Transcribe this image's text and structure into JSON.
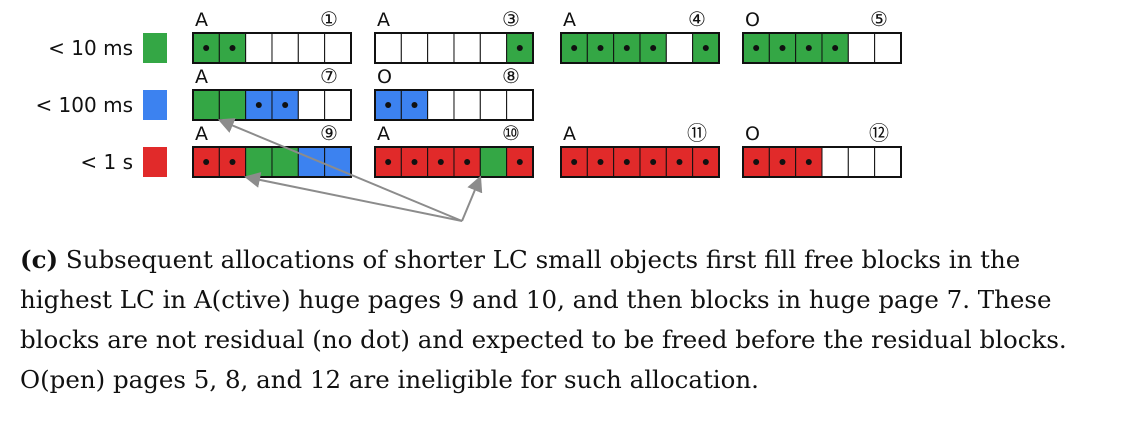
{
  "colors": {
    "green": "#34a745",
    "blue": "#3c82f0",
    "red": "#e12a2a",
    "empty": "#ffffff",
    "border": "#111111",
    "arrow": "#8c8c8c"
  },
  "rows": [
    {
      "label": "< 10 ms",
      "color": "green"
    },
    {
      "label": "< 100 ms",
      "color": "blue"
    },
    {
      "label": "< 1 s",
      "color": "red"
    }
  ],
  "pages": [
    {
      "id": 1,
      "number": "①",
      "state": "A",
      "row": 0,
      "col": 0,
      "blocks": [
        "g*",
        "g*",
        "e",
        "e",
        "e",
        "e"
      ]
    },
    {
      "id": 3,
      "number": "③",
      "state": "A",
      "row": 0,
      "col": 1,
      "blocks": [
        "e",
        "e",
        "e",
        "e",
        "e",
        "g*"
      ]
    },
    {
      "id": 4,
      "number": "④",
      "state": "A",
      "row": 0,
      "col": 2,
      "blocks": [
        "g*",
        "g*",
        "g*",
        "g*",
        "e",
        "g*"
      ]
    },
    {
      "id": 5,
      "number": "⑤",
      "state": "O",
      "row": 0,
      "col": 3,
      "blocks": [
        "g*",
        "g*",
        "g*",
        "g*",
        "e",
        "e"
      ]
    },
    {
      "id": 7,
      "number": "⑦",
      "state": "A",
      "row": 1,
      "col": 0,
      "blocks": [
        "g",
        "g",
        "b*",
        "b*",
        "e",
        "e"
      ]
    },
    {
      "id": 8,
      "number": "⑧",
      "state": "O",
      "row": 1,
      "col": 1,
      "blocks": [
        "b*",
        "b*",
        "e",
        "e",
        "e",
        "e"
      ]
    },
    {
      "id": 9,
      "number": "⑨",
      "state": "A",
      "row": 2,
      "col": 0,
      "blocks": [
        "r*",
        "r*",
        "g",
        "g",
        "b",
        "b"
      ]
    },
    {
      "id": 10,
      "number": "⑩",
      "state": "A",
      "row": 2,
      "col": 1,
      "blocks": [
        "r*",
        "r*",
        "r*",
        "r*",
        "g",
        "r*"
      ]
    },
    {
      "id": 11,
      "number": "⑪",
      "state": "A",
      "row": 2,
      "col": 2,
      "blocks": [
        "r*",
        "r*",
        "r*",
        "r*",
        "r*",
        "r*"
      ]
    },
    {
      "id": 12,
      "number": "⑫",
      "state": "O",
      "row": 2,
      "col": 3,
      "blocks": [
        "r*",
        "r*",
        "r*",
        "e",
        "e",
        "e"
      ]
    }
  ],
  "arrows": [
    {
      "from_page": 9,
      "from_block": 2
    },
    {
      "from_page": 10,
      "from_block": 4
    },
    {
      "from_page": 7,
      "from_block": 1
    }
  ],
  "caption": {
    "label": "(c)",
    "text": "Subsequent allocations of shorter LC small objects first fill free blocks in the highest LC in A(ctive) huge pages 9 and 10, and then blocks in huge page 7. These blocks are not residual (no dot) and expected to be freed before the residual blocks. O(pen) pages 5, 8, and 12 are ineligible for such allocation."
  }
}
